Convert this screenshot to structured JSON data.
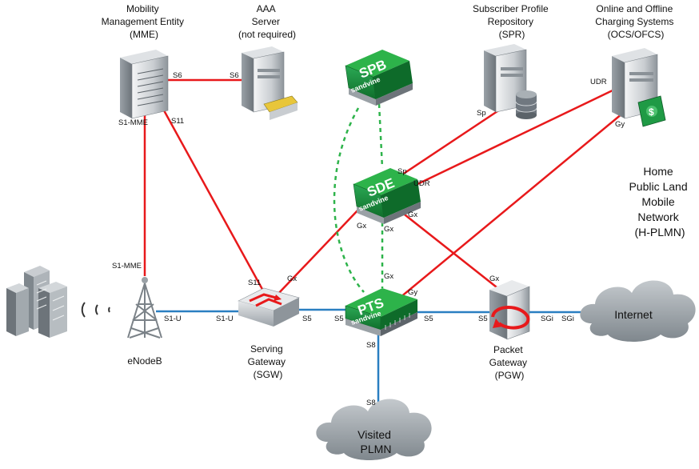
{
  "nodes": {
    "mme": {
      "lines": [
        "Mobility",
        "Management Entity",
        "(MME)"
      ]
    },
    "aaa": {
      "lines": [
        "AAA",
        "Server",
        "(not required)"
      ]
    },
    "spr": {
      "lines": [
        "Subscriber Profile",
        "Repository",
        "(SPR)"
      ]
    },
    "ocs": {
      "lines": [
        "Online and Offline",
        "Charging Systems",
        "(OCS/OFCS)"
      ]
    },
    "hplmn": {
      "lines": [
        "Home",
        "Public Land",
        "Mobile",
        "Network",
        "(H-PLMN)"
      ]
    },
    "enodeb": {
      "label": "eNodeB"
    },
    "sgw": {
      "lines": [
        "Serving",
        "Gateway",
        "(SGW)"
      ]
    },
    "pgw": {
      "lines": [
        "Packet",
        "Gateway",
        "(PGW)"
      ]
    },
    "internet": {
      "label": "Internet"
    },
    "visited": {
      "lines": [
        "Visited",
        "PLMN"
      ]
    }
  },
  "appliances": {
    "spb": {
      "tag": "SPB",
      "brand": "sandvine"
    },
    "sde": {
      "tag": "SDE",
      "brand": "sandvine"
    },
    "pts": {
      "tag": "PTS",
      "brand": "sandvine"
    }
  },
  "ports": {
    "mme_s6": "S6",
    "aaa_s6": "S6",
    "mme_s1mme_top": "S1-MME",
    "mme_s11": "S11",
    "spr_sp": "Sp",
    "ocs_udr": "UDR",
    "ocs_gy": "Gy",
    "sde_sp": "Sp",
    "sde_udr": "UDR",
    "sde_gx_left": "Gx",
    "sde_gx_bottom": "Gx",
    "sde_gx_right": "Gx",
    "enb_s1mme": "S1-MME",
    "enb_s1u": "S1-U",
    "sgw_s1u": "S1-U",
    "sgw_s11": "S11",
    "sgw_gx": "Gx",
    "sgw_s5": "S5",
    "pts_gx": "Gx",
    "pts_gy": "Gy",
    "pts_s5_left": "S5",
    "pts_s5_right": "S5",
    "pts_s8": "S8",
    "pgw_gx": "Gx",
    "pgw_s5": "S5",
    "pgw_sgi": "SGi",
    "internet_sgi": "SGi",
    "visited_s8": "S8"
  },
  "colors": {
    "control_link": "#e8191b",
    "user_link": "#2a7fc1",
    "sandvine_link": "#2db34a",
    "appliance_green": "#1a8f3c",
    "cloud": "#9aa1a6"
  }
}
